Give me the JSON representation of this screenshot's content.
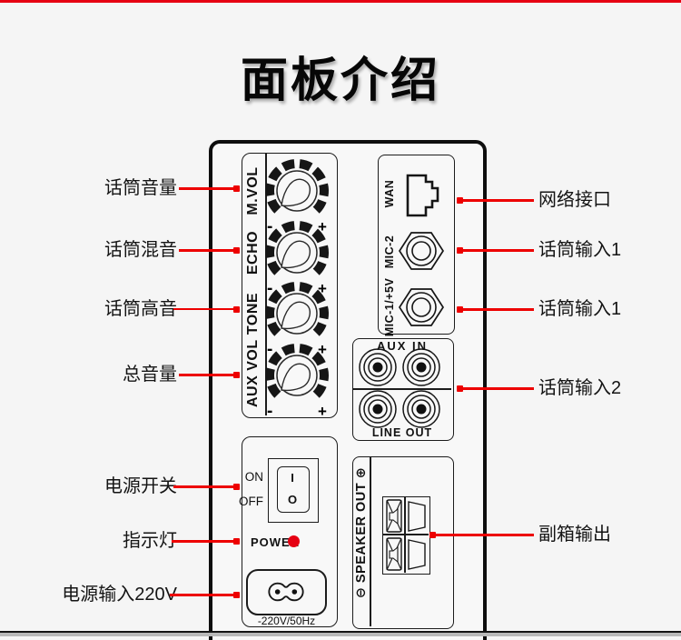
{
  "title": "面板介绍",
  "panel": {
    "knobs": [
      {
        "label": "M.VOL"
      },
      {
        "label": "ECHO"
      },
      {
        "label": "TONE"
      },
      {
        "label": "AUX VOL"
      }
    ],
    "knob_minus": "-",
    "knob_plus": "+",
    "io": {
      "wan_label": "WAN",
      "mic2_label": "MIC-2",
      "mic1_label": "MIC-1/+5V"
    },
    "aux": {
      "aux_in_label": "AUX IN",
      "line_out_label": "LINE OUT"
    },
    "power": {
      "on_label": "ON",
      "off_label": "OFF",
      "switch_on_symbol": "I",
      "switch_off_symbol": "O",
      "power_label": "POWER",
      "socket_label": "-220V/50Hz"
    },
    "speaker": {
      "label": "⊖ SPEAKER OUT ⊕"
    }
  },
  "callouts": {
    "left": [
      {
        "label": "话筒音量"
      },
      {
        "label": "话筒混音"
      },
      {
        "label": "话筒高音"
      },
      {
        "label": "总音量"
      },
      {
        "label": "电源开关"
      },
      {
        "label": "指示灯"
      },
      {
        "label": "电源输入220V"
      }
    ],
    "right": [
      {
        "label": "网络接口"
      },
      {
        "label": "话筒输入1"
      },
      {
        "label": "话筒输入1"
      },
      {
        "label": "话筒输入2"
      },
      {
        "label": "副箱输出"
      }
    ]
  },
  "colors": {
    "accent_red": "#e60012",
    "ink": "#111111",
    "background": "#f5f5f5"
  }
}
